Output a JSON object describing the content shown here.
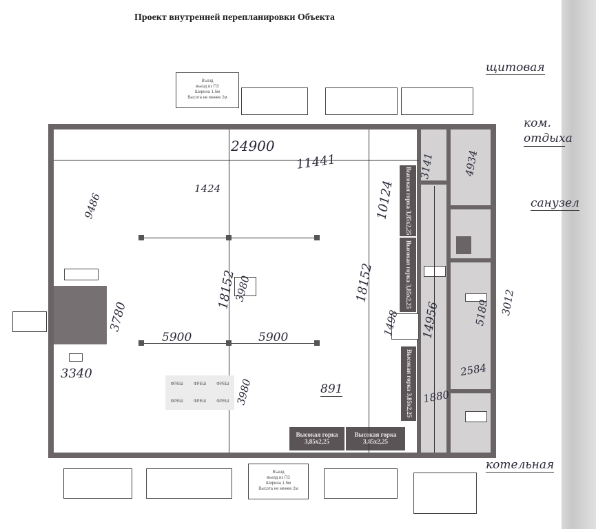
{
  "title": "Проект внутренней перепланировки Объекта",
  "slides": [
    {
      "label": "Высокая горка 3,85x2,25"
    },
    {
      "label": "Высокая горка 3,85x2,25"
    },
    {
      "label": "Высокая горка 3,85x2,25"
    },
    {
      "label": "Высокая горка 3,85x2,25"
    },
    {
      "label": "Высокая горка 3,85x2,25"
    }
  ],
  "entry_boxes": {
    "top_entry": "Въезд\nвъезд из ПЗ\nШирина 1.5м\nВысота не менее 2м",
    "bottom_entry": "Въезд\nвъезд из ПЗ\nШирина 1.5м\nВысота не менее 2м"
  },
  "room_labels": {
    "electrical": "щитовая",
    "rest_room": "ком. отдыха",
    "bathroom": "санузел",
    "boiler": "котельная"
  },
  "dimensions": {
    "d24900": "24900",
    "d11441": "11441",
    "d1424": "1424",
    "d9486": "9486",
    "d10124": "10124",
    "d3141": "3141",
    "d4934": "4934",
    "d18152a": "18152",
    "d18152b": "18152",
    "d5900a": "5900",
    "d5900b": "5900",
    "d3780": "3780",
    "d3340": "3340",
    "d3980a": "3980",
    "d3980b": "3980",
    "d1498": "1498",
    "d891": "891",
    "d14956": "14956",
    "d5189": "5189",
    "d3012": "3012",
    "d2584": "2584",
    "d1880": "1880"
  },
  "table_labels": [
    "ФРЕШ",
    "ФРЕШ",
    "ФРЕШ",
    "ФРЕШ",
    "ФРЕШ",
    "ФРЕШ"
  ]
}
